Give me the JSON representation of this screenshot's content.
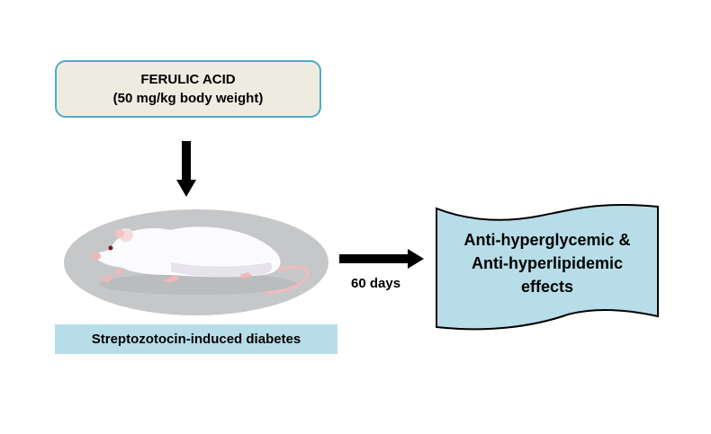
{
  "treatment": {
    "line1": "FERULIC ACID",
    "line2": "(50 mg/kg body weight)"
  },
  "model": {
    "label": "Streptozotocin-induced diabetes",
    "image": "white-rat-illustration"
  },
  "duration": {
    "label": "60 days"
  },
  "outcome": {
    "line1": "Anti-hyperglycemic &",
    "line2": "Anti-hyperlipidemic",
    "line3": "effects"
  },
  "colors": {
    "drug_box_fill": "#eeece1",
    "drug_box_border": "#4bacc6",
    "label_fill": "#b7dde8",
    "outcome_fill": "#b7dde8",
    "ellipse_fill": "#c8c9cb",
    "arrow": "#000000"
  }
}
